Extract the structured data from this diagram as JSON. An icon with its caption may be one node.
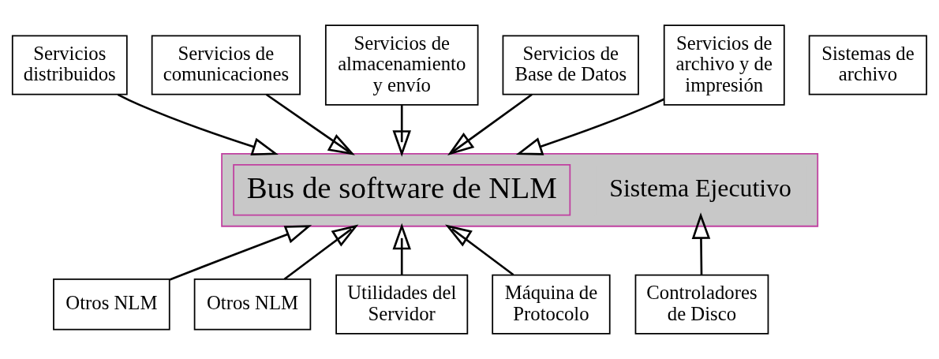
{
  "diagram": {
    "nodes": [
      {
        "text": [
          "Servicios distribuidos"
        ]
      },
      {
        "text": [
          "Servicios de comunicaciones"
        ]
      },
      {
        "text": [
          "Servicios de almacenamiento y envío"
        ]
      },
      {
        "text": [
          "Servicios de Base de Datos"
        ]
      },
      {
        "text": [
          "Servicios de archivo y de impresión"
        ]
      },
      {
        "text": [
          "Sistemas de archivo"
        ]
      },
      {
        "text": [],
        "shape": "bar"
      },
      {
        "text": [
          "Bus de software de NLM"
        ],
        "in": 6
      },
      {
        "text": [
          "Sistema Ejecutivo"
        ],
        "in": 6
      },
      {
        "text": [
          "Otros NLM"
        ]
      },
      {
        "text": [
          "Otros NLM"
        ]
      },
      {
        "text": [
          "Utilidades del Servidor"
        ]
      },
      {
        "text": [
          "Máquina de Protocolo"
        ]
      },
      {
        "text": [
          "Controladores de Disco"
        ]
      }
    ],
    "edges": [
      {
        "from": 0,
        "to": 6,
        "arrow": "to"
      },
      {
        "from": 1,
        "to": 6,
        "arrow": "to"
      },
      {
        "from": 2,
        "to": 6,
        "arrow": "to"
      },
      {
        "from": 3,
        "to": 6,
        "arrow": "to"
      },
      {
        "from": 4,
        "to": 6,
        "arrow": "to"
      },
      {
        "from": 9,
        "to": 6,
        "arrow": "to"
      },
      {
        "from": 10,
        "to": 6,
        "arrow": "to"
      },
      {
        "from": 11,
        "to": 6,
        "arrow": "to"
      },
      {
        "from": 12,
        "to": 6,
        "arrow": "to"
      },
      {
        "from": 13,
        "to": 8,
        "arrow": "to"
      }
    ]
  }
}
